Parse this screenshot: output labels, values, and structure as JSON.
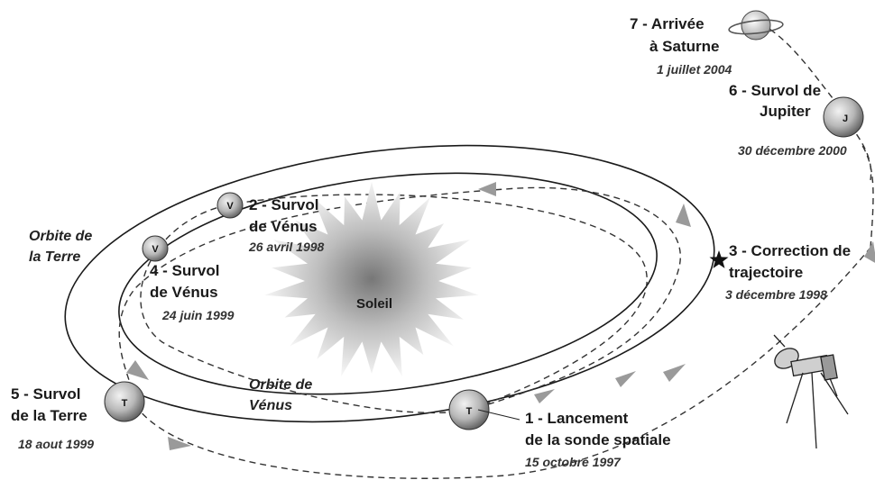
{
  "colors": {
    "ink": "#1a1a1a",
    "arrow": "#9a9a9a",
    "planet_light": "#f2f2f2",
    "planet_dark": "#5a5a5a",
    "sun_light": "#ffffff",
    "sun_dark": "#8a8a8a"
  },
  "icons": {
    "sun": "sun-icon",
    "star": "star-icon",
    "probe": "cassini-probe-icon",
    "saturn": "saturn-icon"
  },
  "labels": {
    "sun": "Soleil",
    "earth_orbit": [
      "Orbite de",
      "la Terre"
    ],
    "venus_orbit": [
      "Orbite de",
      "Vénus"
    ]
  },
  "planets": {
    "venus_letter": "V",
    "earth_letter": "T",
    "jupiter_letter": "J"
  },
  "events": [
    {
      "lines": [
        "1 - Lancement",
        "de la sonde spatiale"
      ],
      "date": "15 octobre 1997"
    },
    {
      "lines": [
        "2 - Survol",
        "de Vénus"
      ],
      "date": "26 avril 1998"
    },
    {
      "lines": [
        "3 - Correction de",
        "trajectoire"
      ],
      "date": "3 décembre 1998"
    },
    {
      "lines": [
        "4 - Survol",
        "de Vénus"
      ],
      "date": "24 juin 1999"
    },
    {
      "lines": [
        "5 - Survol",
        "de la Terre"
      ],
      "date": "18 aout 1999"
    },
    {
      "lines": [
        "6 - Survol de",
        "Jupiter"
      ],
      "date": "30 décembre 2000"
    },
    {
      "lines": [
        "7 - Arrivée",
        "à Saturne"
      ],
      "date": "1 juillet 2004"
    }
  ]
}
